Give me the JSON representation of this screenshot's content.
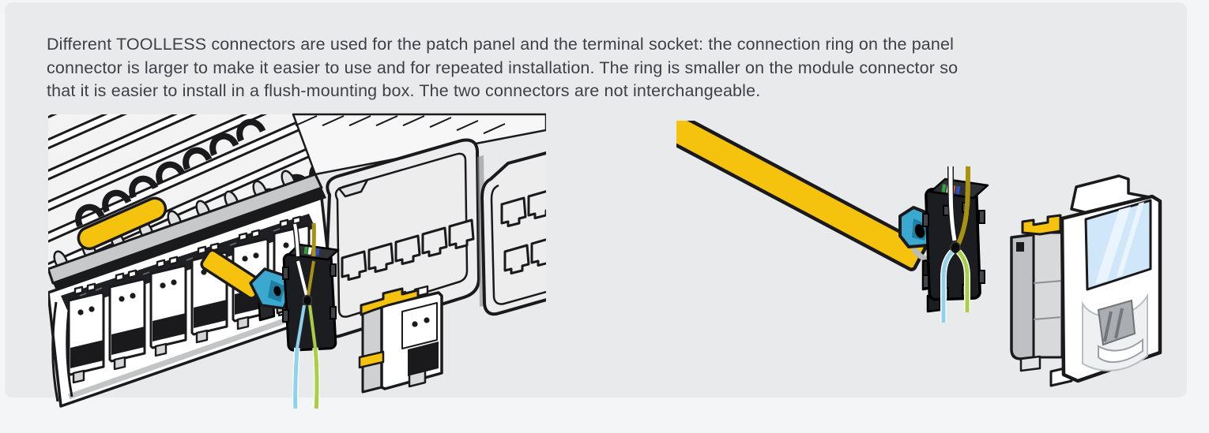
{
  "page": {
    "background": "#f4f5f6",
    "panel_background": "#e9eaec"
  },
  "description": {
    "lines": [
      "Different TOOLLESS connectors are used for the patch panel and the terminal socket: the connection ring on the panel",
      "connector is larger to make it easier to use and for repeated installation. The ring is smaller on the module connector so",
      "that it is easier to install in a flush-mounting box. The two connectors are not interchangeable."
    ]
  },
  "figures": {
    "left": {
      "name": "patch-panel-toolless-connector-illustration"
    },
    "right": {
      "name": "module-toolless-connector-illustration"
    }
  },
  "colors": {
    "outline": "#1a1a1c",
    "text": "#3d4046",
    "cable_yellow": "#f5c30d",
    "boot_blue": "#3aa8cf",
    "boot_blue_dark": "#1f7fa3",
    "connector_black": "#1c1d21",
    "wire_olive": "#a8920f",
    "wire_white": "#ffffff",
    "wire_light_blue": "#8fd2ec",
    "wire_green": "#a9cf44",
    "label_window_blue": "#cfe7f8",
    "panel_face": "#ededee",
    "metal_gray": "#c7c8ca"
  }
}
